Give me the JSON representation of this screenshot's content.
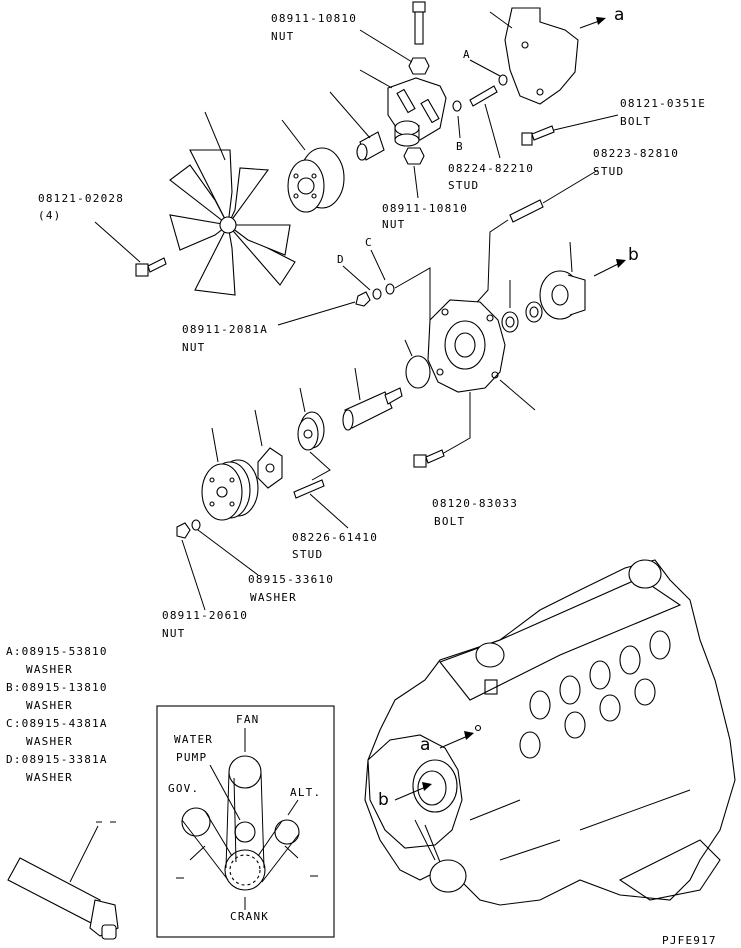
{
  "callouts": {
    "nut_top": {
      "part": "08911-10810",
      "name": "NUT"
    },
    "bolt_bracket": {
      "part": "08121-0351E",
      "name": "BOLT"
    },
    "stud_top": {
      "part": "08224-82210",
      "name": "STUD"
    },
    "stud_right": {
      "part": "08223-82810",
      "name": "STUD"
    },
    "nut_mid": {
      "part": "08911-10810",
      "name": "NUT"
    },
    "bolt_fan": {
      "part": "08121-02028",
      "qty": "(4)"
    },
    "nut_a": {
      "part": "08911-2081A",
      "name": "NUT"
    },
    "bolt_pump": {
      "part": "08120-83033",
      "name": "BOLT"
    },
    "stud_low": {
      "part": "08226-61410",
      "name": "STUD"
    },
    "washer_low": {
      "part": "08915-33610",
      "name": "WASHER"
    },
    "nut_low": {
      "part": "08911-20610",
      "name": "NUT"
    }
  },
  "letters": {
    "a": "a",
    "b": "b",
    "A": "A",
    "B": "B",
    "C": "C",
    "D": "D"
  },
  "legend": [
    {
      "code": "A:08915-53810",
      "name": "WASHER"
    },
    {
      "code": "B:08915-13810",
      "name": "WASHER"
    },
    {
      "code": "C:08915-4381A",
      "name": "WASHER"
    },
    {
      "code": "D:08915-3381A",
      "name": "WASHER"
    }
  ],
  "belt_diagram": {
    "fan": "FAN",
    "water": "WATER",
    "pump": "PUMP",
    "gov": "GOV.",
    "alt": "ALT.",
    "crank": "CRANK"
  },
  "figure_code": "PJFE917"
}
